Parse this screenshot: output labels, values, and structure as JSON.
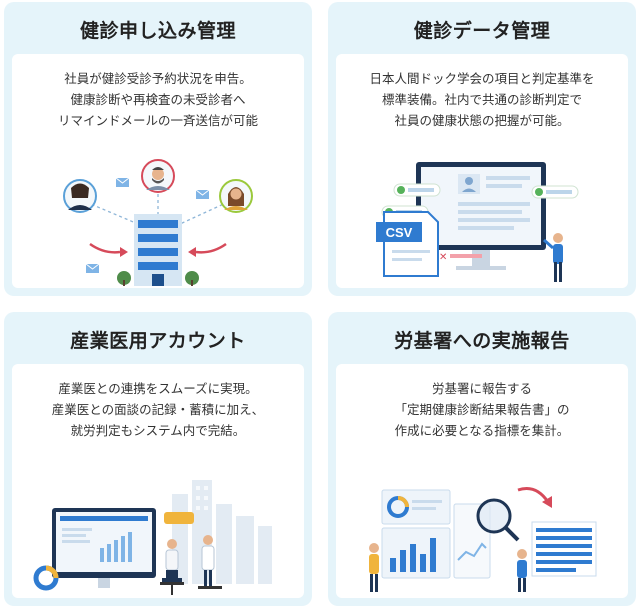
{
  "cards": [
    {
      "title": "健診申し込み管理",
      "lines": [
        "社員が健診受診予約状況を申告。",
        "健康診断や再検査の未受診者へ",
        "リマインドメールの一斉送信が可能"
      ],
      "illustration": "building-people-mail"
    },
    {
      "title": "健診データ管理",
      "lines": [
        "日本人間ドック学会の項目と判定基準を",
        "標準装備。社内で共通の診断判定で",
        "社員の健康状態の把握が可能。"
      ],
      "illustration": "monitor-csv",
      "csv_label": "CSV"
    },
    {
      "title": "産業医用アカウント",
      "lines": [
        "産業医との連携をスムーズに実現。",
        "産業医との面談の記録・蓄積に加え、",
        "就労判定もシステム内で完結。"
      ],
      "illustration": "doctors-city"
    },
    {
      "title": "労基署への実施報告",
      "lines": [
        "労基署に報告する",
        "「定期健康診断結果報告書」の",
        "作成に必要となる指標を集計。"
      ],
      "illustration": "analytics-report"
    }
  ],
  "colors": {
    "card_bg": "#e5f4fa",
    "accent_blue": "#2f7bd0",
    "accent_red": "#d64a5a",
    "accent_yellow": "#f0b43c"
  }
}
